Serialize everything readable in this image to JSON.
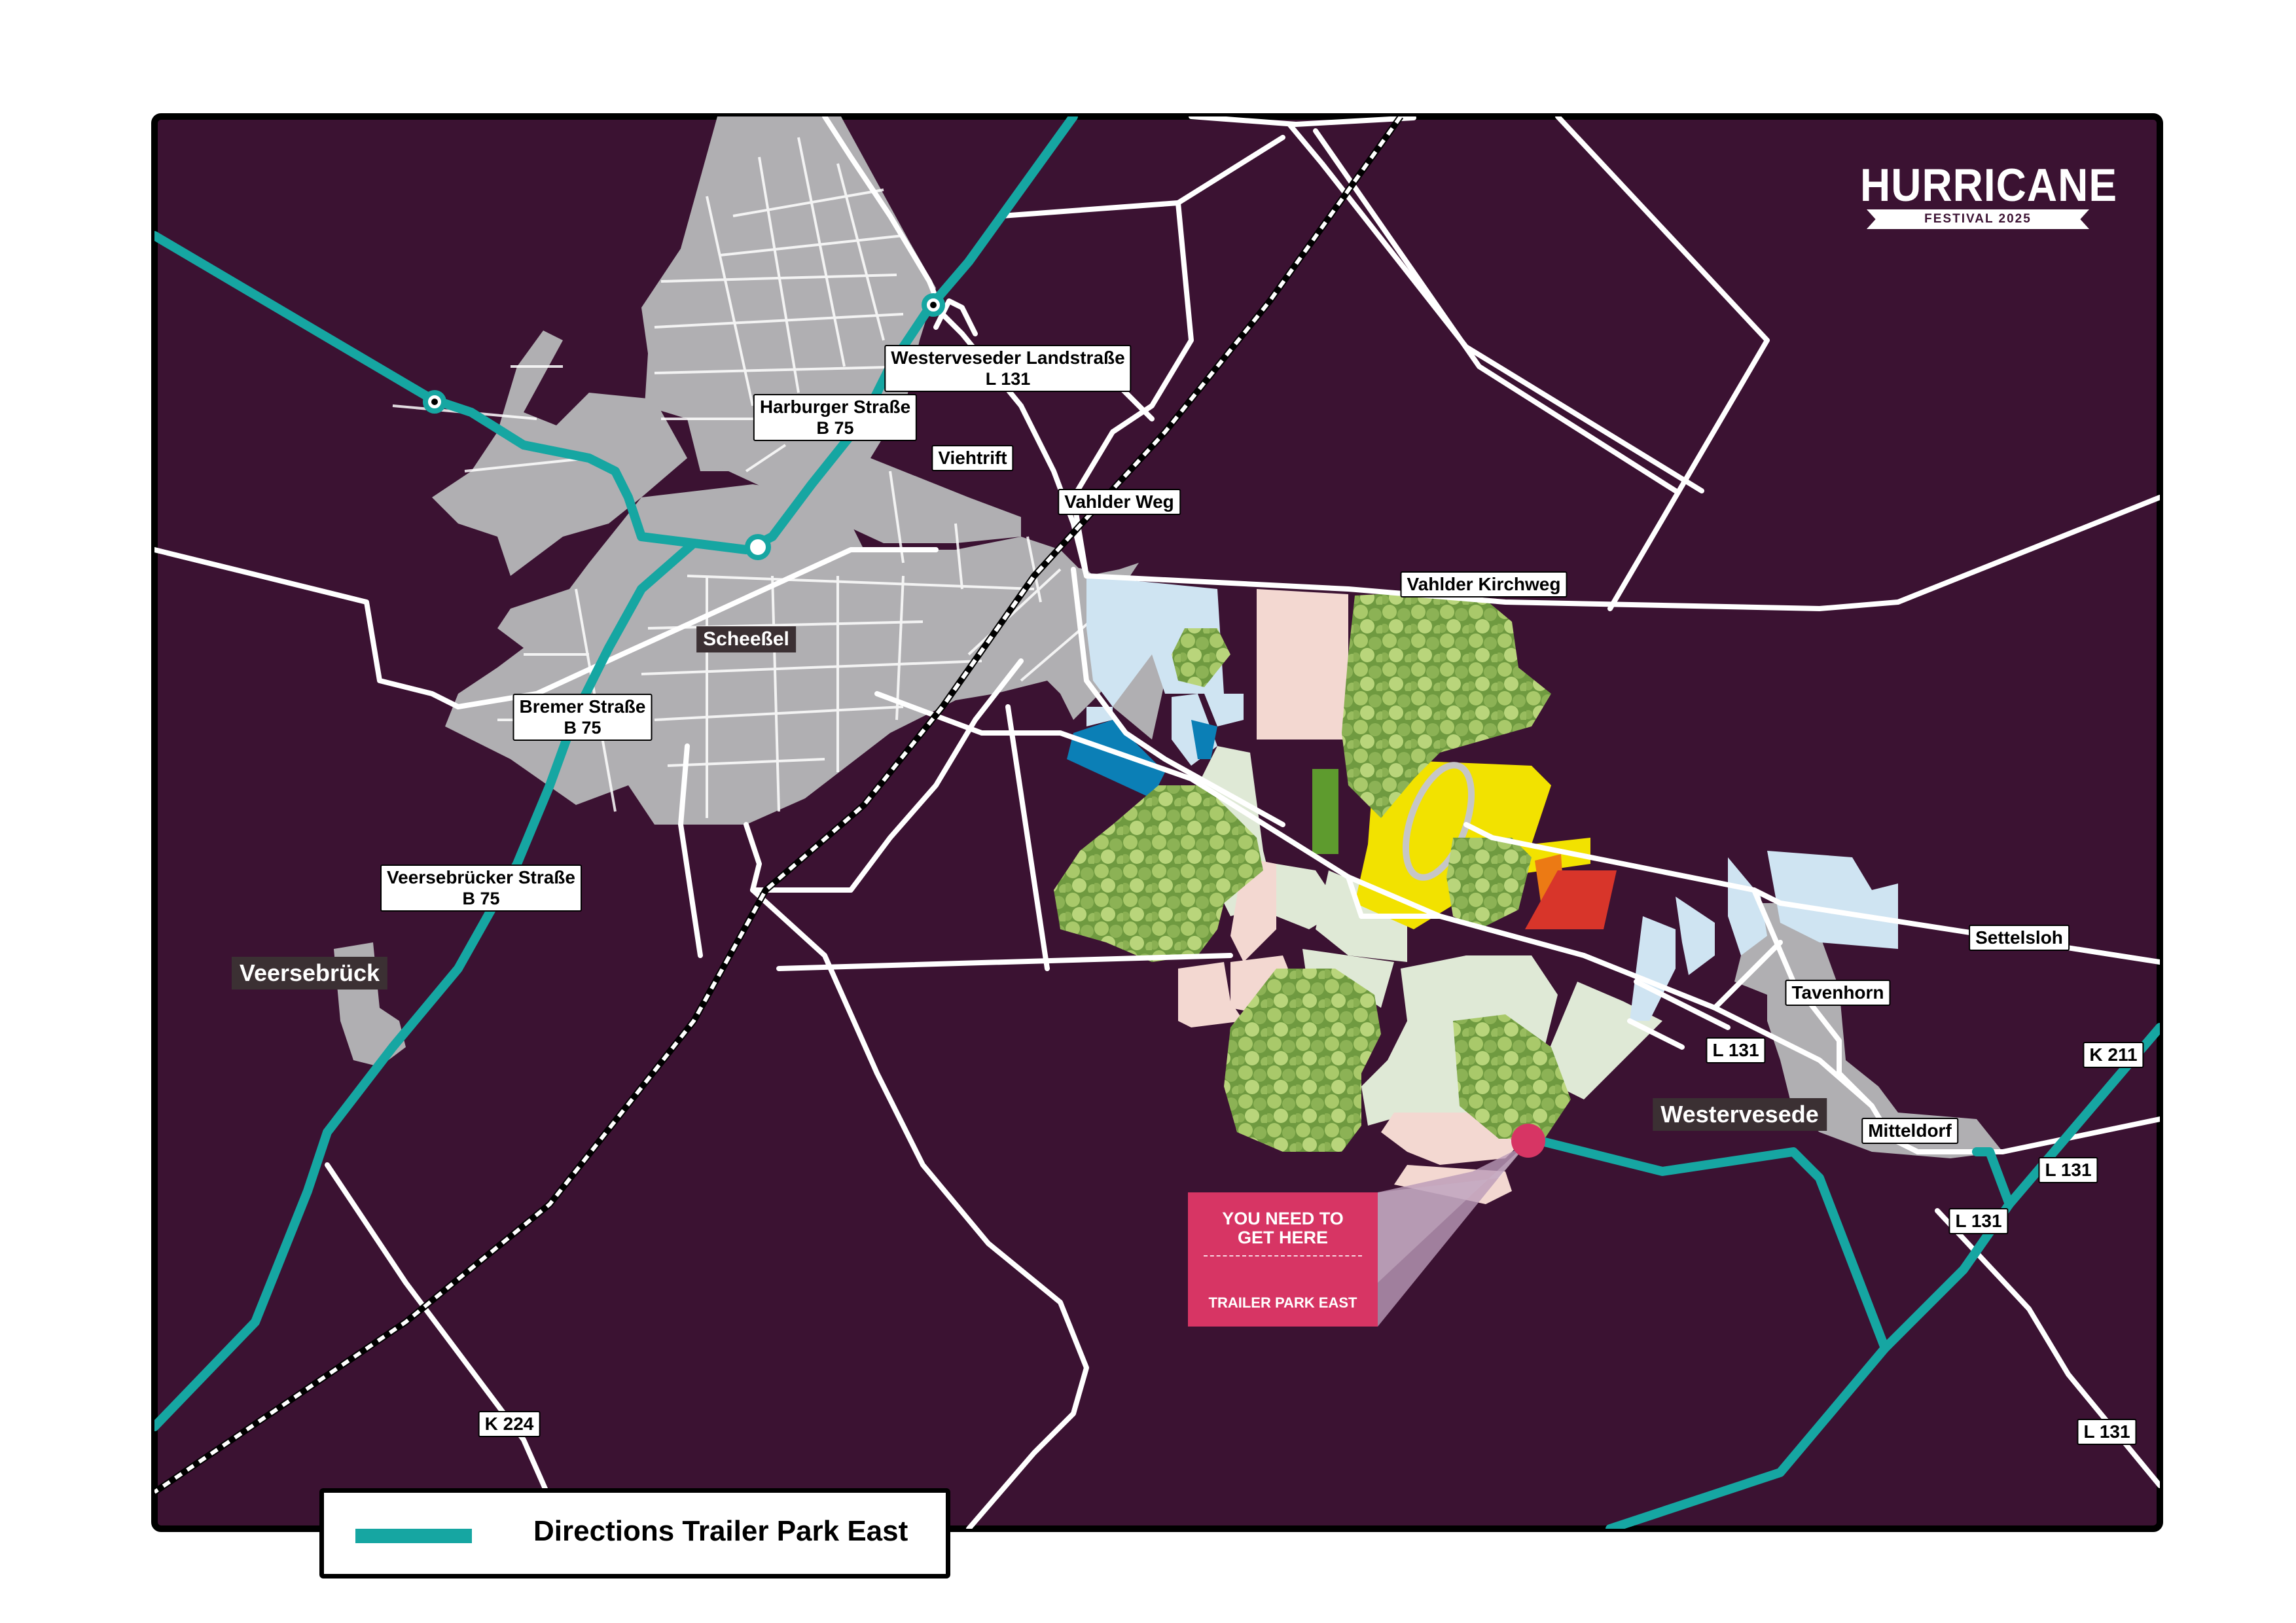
{
  "map": {
    "logo": {
      "brand": "HURRICANE",
      "subtitle": "FESTIVAL 2025"
    },
    "colors": {
      "background": "#3b1232",
      "town": "#b0afb2",
      "route": "#16a6a2",
      "target": "#d73564",
      "roads": "#ffffff"
    },
    "road_labels": [
      {
        "id": "westerveseder",
        "name": "Westerveseder Landstraße",
        "number": "L 131"
      },
      {
        "id": "harburger",
        "name": "Harburger Straße",
        "number": "B 75"
      },
      {
        "id": "viehtrift",
        "name": "Viehtrift",
        "number": ""
      },
      {
        "id": "vahlder-weg",
        "name": "Vahlder Weg",
        "number": ""
      },
      {
        "id": "vahlder-kirchweg",
        "name": "Vahlder Kirchweg",
        "number": ""
      },
      {
        "id": "bremer",
        "name": "Bremer Straße",
        "number": "B 75"
      },
      {
        "id": "veersebruecker",
        "name": "Veersebrücker Straße",
        "number": "B 75"
      },
      {
        "id": "settelsloh",
        "name": "Settelsloh",
        "number": ""
      },
      {
        "id": "tavenhorn",
        "name": "Tavenhorn",
        "number": ""
      },
      {
        "id": "mitteldorf",
        "name": "Mitteldorf",
        "number": ""
      },
      {
        "id": "l131-a",
        "name": "L 131",
        "number": ""
      },
      {
        "id": "l131-b",
        "name": "L 131",
        "number": ""
      },
      {
        "id": "l131-c",
        "name": "L 131",
        "number": ""
      },
      {
        "id": "l131-d",
        "name": "L 131",
        "number": ""
      },
      {
        "id": "k211",
        "name": "K 211",
        "number": ""
      },
      {
        "id": "k224",
        "name": "K 224",
        "number": ""
      }
    ],
    "places": {
      "scheessel": "Scheeßel",
      "veersebrueck": "Veersebrück",
      "westervesede": "Westervesede"
    },
    "target": {
      "line1": "YOU NEED TO",
      "line2": "GET HERE",
      "caption": "TRAILER PARK EAST"
    },
    "legend": {
      "label": "Directions Trailer Park East",
      "icon": "teal-route-line"
    }
  }
}
